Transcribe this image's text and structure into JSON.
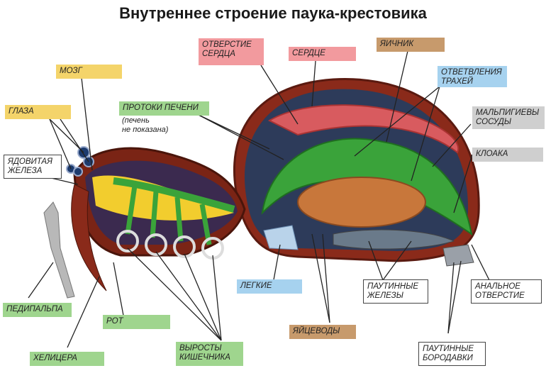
{
  "title": "Внутреннее строение паука-крестовика",
  "labels": {
    "glaza": "ГЛАЗА",
    "mozg": "МОЗГ",
    "yadovitaya_1": "ЯДОВИТАЯ",
    "yadovitaya_2": "ЖЕЛЕЗА",
    "otverstie_serdtsa_1": "ОТВЕРСТИЕ",
    "otverstie_serdtsa_2": "СЕРДЦА",
    "serdtse": "СЕРДЦЕ",
    "yaichnik": "ЯИЧНИК",
    "otvetvleniya_1": "ОТВЕТВЛЕНИЯ",
    "otvetvleniya_2": "ТРАХЕЙ",
    "protoki": "ПРОТОКИ ПЕЧЕНИ",
    "protoki_note_1": "(печень",
    "protoki_note_2": "не показана)",
    "malpigievy_1": "МАЛЬПИГИЕВЫ",
    "malpigievy_2": "СОСУДЫ",
    "kloaka": "КЛОАКА",
    "pedipalpa": "ПЕДИПАЛЬПА",
    "rot": "РОТ",
    "helitsera": "ХЕЛИЦЕРА",
    "vyrosty_1": "ВЫРОСТЫ",
    "vyrosty_2": "КИШЕЧНИКА",
    "legkie": "ЛЕГКИЕ",
    "yaitsevody": "ЯЙЦЕВОДЫ",
    "pautinnye_zhelezy_1": "ПАУТИННЫЕ",
    "pautinnye_zhelezy_2": "ЖЕЛЕЗЫ",
    "analnoe_1": "АНАЛЬНОЕ",
    "analnoe_2": "ОТВЕРСТИЕ",
    "borodavki_1": "ПАУТИННЫЕ",
    "borodavki_2": "БОРОДАВКИ"
  },
  "colors": {
    "yellow": "#f4d46a",
    "pink": "#f29a9e",
    "green": "#9fd58e",
    "blue": "#a6d2ef",
    "brown": "#c79a6c",
    "gray": "#cfcfcf"
  }
}
